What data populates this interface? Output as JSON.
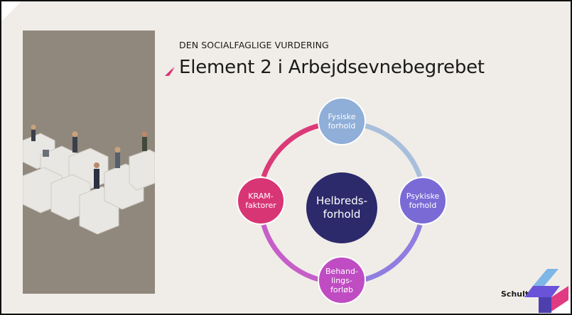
{
  "header": {
    "subtitle": "DEN SOCIALFAGLIGE VURDERING",
    "title": "Element 2 i Arbejdsevnebegrebet"
  },
  "diagram": {
    "center": "Helbreds-\nforhold",
    "nodes": [
      {
        "label": "Fysiske\nforhold",
        "color": "#8faed8"
      },
      {
        "label": "Psykiske\nforhold",
        "color": "#7a6ad6"
      },
      {
        "label": "Behand-\nlings-\nforløb",
        "color": "#c04cc3"
      },
      {
        "label": "KRAM-\nfaktorer",
        "color": "#d83575"
      }
    ],
    "center_color": "#2c2a6b"
  },
  "brand": {
    "name": "Schultz",
    "accent": "#d83575"
  }
}
